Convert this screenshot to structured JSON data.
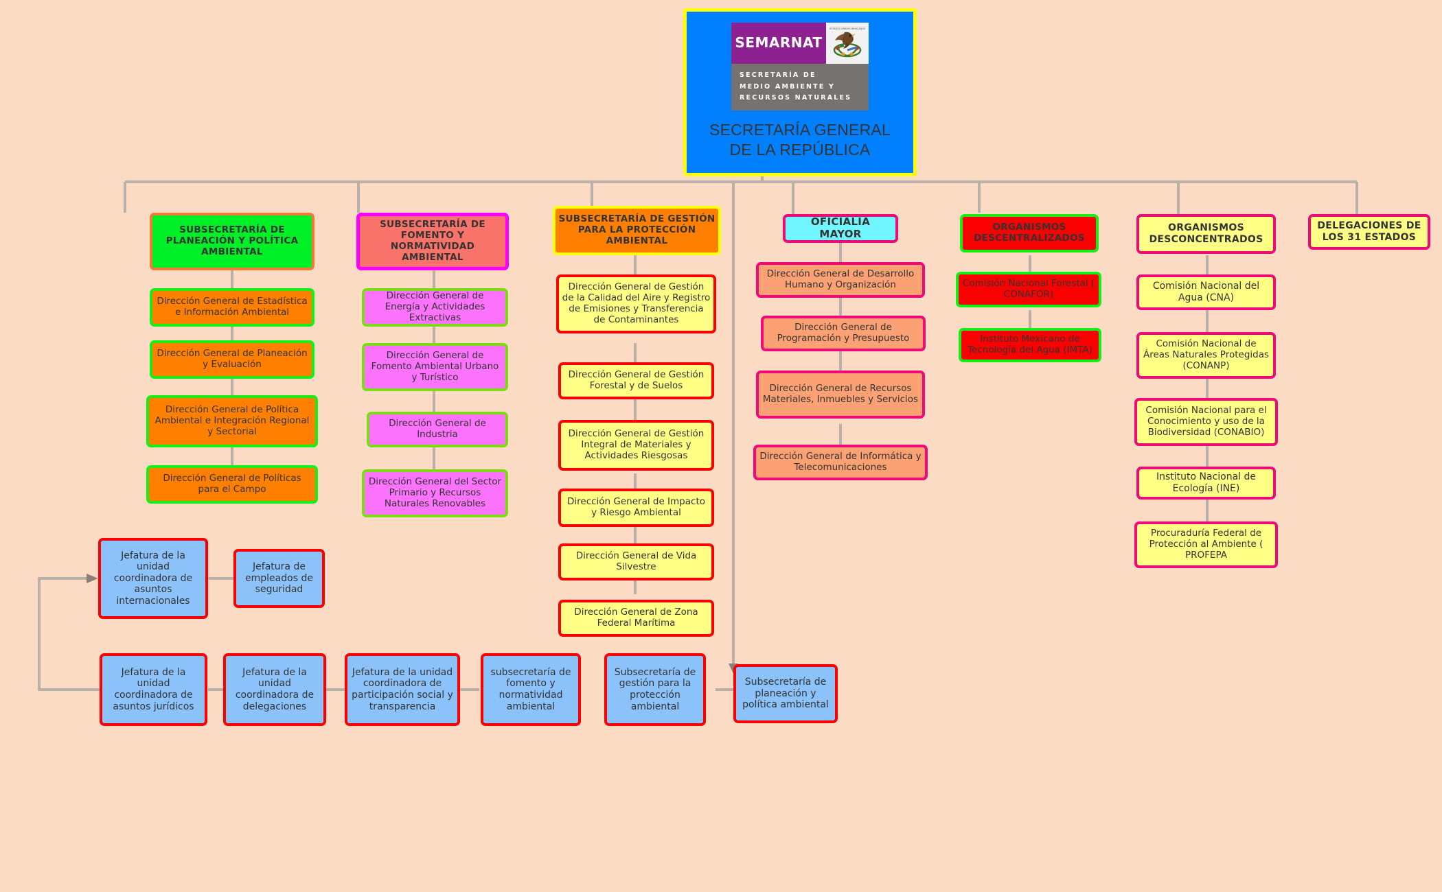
{
  "root": {
    "logo_word": "SEMARNAT",
    "logo_sub": "SECRETARÍA DE\nMEDIO AMBIENTE Y\nRECURSOS NATURALES",
    "logo_sub_line1": "SECRETARÍA DE",
    "logo_sub_line2": "MEDIO AMBIENTE Y",
    "logo_sub_line3": "RECURSOS NATURALES",
    "title_line1": "SECRETARÍA GENERAL",
    "title_line2": "DE LA REPÚBLICA",
    "seal_icon": "mexican-coat-of-arms-icon"
  },
  "columns": [
    {
      "id": "planeacion",
      "head": "SUBSECRETARÍA DE PLANEACIÓN Y POLÍTICA AMBIENTAL",
      "items": [
        "Dirección General de Estadística e Información Ambiental",
        "Dirección General de Planeación y Evaluación",
        "Dirección General de Política Ambiental e Integración Regional y Sectorial",
        "Dirección General de Políticas para el Campo"
      ]
    },
    {
      "id": "fomento",
      "head": "SUBSECRETARÍA DE FOMENTO Y NORMATIVIDAD AMBIENTAL",
      "items": [
        "Dirección General de Energía y Actividades Extractivas",
        "Dirección General de Fomento Ambiental Urbano y Turístico",
        "Dirección General de Industria",
        "Dirección General del Sector Primario y Recursos Naturales Renovables"
      ]
    },
    {
      "id": "gestion",
      "head": "SUBSECRETARÍA DE GESTIÓN PARA LA PROTECCIÓN AMBIENTAL",
      "items": [
        "Dirección General de Gestión de la Calidad del Aire y Registro de Emisiones y Transferencia de Contaminantes",
        "Dirección General de Gestión Forestal y de Suelos",
        "Dirección General de Gestión Integral de Materiales y Actividades Riesgosas",
        "Dirección General de Impacto y Riesgo Ambiental",
        "Dirección General de Vida Silvestre",
        "Dirección General de Zona Federal Marítima"
      ]
    },
    {
      "id": "oficialia",
      "head": "OFICIALIA MAYOR",
      "items": [
        "Dirección General de Desarrollo Humano y Organización",
        "Dirección General de Programación y Presupuesto",
        "Dirección General de Recursos Materiales, Inmuebles y Servicios",
        "Dirección General de Informática y Telecomunicaciones"
      ]
    },
    {
      "id": "descentralizados",
      "head": "ORGANISMOS DESCENTRALIZADOS",
      "items": [
        "Comisión Nacional Forestal ( CONAFOR)",
        "Instituto Mexicano de Tecnología del Agua (IMTA)"
      ]
    },
    {
      "id": "desconcentrados",
      "head": "ORGANISMOS DESCONCENTRADOS",
      "items": [
        "Comisión Nacional del Agua (CNA)",
        "Comisión Nacional de Áreas Naturales Protegidas (CONANP)",
        "Comisión Nacional para el Conocimiento y uso de la Biodiversidad (CONABIO)",
        "Instituto Nacional de Ecología (INE)",
        "Procuraduría Federal de Protección al Ambiente ( PROFEPA"
      ]
    },
    {
      "id": "delegaciones",
      "head": "DELEGACIONES DE LOS 31  ESTADOS",
      "items": []
    }
  ],
  "bottom_units": {
    "internacionales": "Jefatura de la unidad coordinadora de asuntos internacionales",
    "seguridad": "Jefatura de empleados de seguridad",
    "juridicos": "Jefatura de la unidad coordinadora de asuntos jurídicos",
    "delegaciones": "Jefatura de la unidad coordinadora de delegaciones",
    "participacion": "Jefatura de la unidad coordinadora de participación social y transparencia",
    "sub_fomento": "subsecretaría de fomento y normatividad ambiental",
    "sub_gestion": "Subsecretaría de gestión para la protección ambiental",
    "sub_planeacion": "Subsecretaría de planeación y política ambiental"
  },
  "colors": {
    "background": "#fbdbc3",
    "root_fill": "#0080ff",
    "root_border": "#ffff00",
    "connector": "#b9b0a8",
    "arrow": "#8a8078",
    "green": "#00f028",
    "orange": "#ff7f00",
    "magenta": "#ff00ff",
    "pink_box": "#fd73fd",
    "salmon": "#f9736a",
    "yellow": "#ffff85",
    "red": "#fa0000",
    "cyan": "#6ff6ff",
    "peach": "#fba173",
    "hot_pink": "#ef0a78",
    "blue": "#8cc2fa",
    "logo_purple": "#8e2191",
    "logo_gray": "#76726f"
  }
}
